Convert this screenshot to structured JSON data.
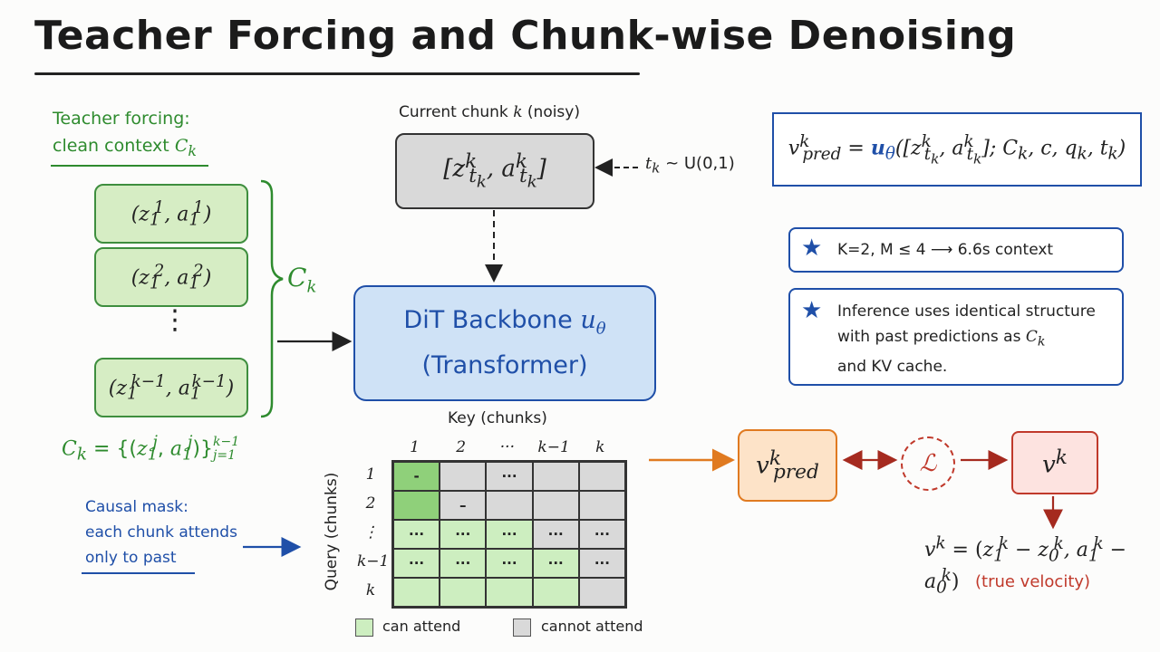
{
  "title": "Teacher Forcing and Chunk-wise Denoising",
  "teacher_forcing": {
    "line1": "Teacher forcing:",
    "line2_text": "clean context",
    "line2_symbol": "C",
    "line2_sub": "k"
  },
  "context_boxes": [
    {
      "z": "z",
      "z_sub": "1",
      "z_sup": "1",
      "a": "a",
      "a_sub": "1",
      "a_sup": "1"
    },
    {
      "z": "z",
      "z_sub": "1",
      "z_sup": "2",
      "a": "a",
      "a_sub": "1",
      "a_sup": "2"
    },
    {
      "z": "z",
      "z_sub": "1",
      "z_sup": "k−1",
      "a": "a",
      "a_sub": "1",
      "a_sup": "k−1"
    }
  ],
  "vdots": "⋮",
  "ck_brace_label": {
    "symbol": "C",
    "sub": "k"
  },
  "ck_formula": {
    "lhs": "C",
    "lhs_sub": "k",
    "eq": "= {(",
    "z": "z",
    "z_sub": "1",
    "z_sup": "j",
    "a": "a",
    "a_sub": "1",
    "a_sup": "j",
    "close": ")}",
    "upper": "k−1",
    "lower": "j=1"
  },
  "noisy": {
    "label_text": "Current chunk",
    "label_symbol": "k",
    "label_suffix": "(noisy)",
    "z": "z",
    "z_sup": "k",
    "z_sub": "t",
    "z_subsub": "k",
    "a": "a",
    "a_sup": "k",
    "a_sub": "t",
    "a_subsub": "k"
  },
  "tk": {
    "t": "t",
    "t_sub": "k",
    "rest": "~ U(0,1)"
  },
  "dit": {
    "line1": "DiT Backbone",
    "symbol": "u",
    "symbol_sub": "θ",
    "line2": "(Transformer)"
  },
  "formula": {
    "v": "v",
    "v_sup": "k",
    "v_sub": "pred",
    "eq": "=",
    "u": "u",
    "u_sub": "θ",
    "open": "([",
    "z": "z",
    "z_sup": "k",
    "z_sub": "t",
    "z_subsub": "k",
    "a": "a",
    "a_sup": "k",
    "a_sub": "t",
    "a_subsub": "k",
    "rest": "]; C",
    "c_sub": "k",
    "rest2": ", c, q",
    "q_sub": "k",
    "rest3": ", t",
    "t_sub": "k",
    "close": ")"
  },
  "note1": {
    "text": "K=2,  M ≤ 4  ⟶  6.6s context",
    "icon": "star-icon"
  },
  "note2": {
    "line1": "Inference uses identical structure",
    "line2_text": "with past predictions as",
    "line2_symbol": "C",
    "line2_sub": "k",
    "line3": "and KV cache.",
    "icon": "star-icon"
  },
  "mask": {
    "key_label": "Key (chunks)",
    "query_label": "Query (chunks)",
    "columns": [
      "1",
      "2",
      "···",
      "k−1",
      "k"
    ],
    "rows": [
      "1",
      "2",
      "⋮",
      "k−1",
      "k"
    ],
    "cells": [
      [
        "-",
        "",
        "···",
        "",
        ""
      ],
      [
        "",
        "–",
        "",
        "",
        ""
      ],
      [
        "···",
        "···",
        "···",
        "···",
        "···"
      ],
      [
        "···",
        "···",
        "···",
        "···",
        "···"
      ],
      [
        "",
        "",
        "",
        "",
        ""
      ]
    ],
    "attend": [
      [
        2,
        0,
        0,
        0,
        0
      ],
      [
        2,
        0,
        0,
        0,
        0
      ],
      [
        1,
        1,
        1,
        0,
        0
      ],
      [
        1,
        1,
        1,
        1,
        0
      ],
      [
        1,
        1,
        1,
        1,
        0
      ]
    ],
    "legend_can": "can attend",
    "legend_cannot": "cannot attend"
  },
  "causal": {
    "line1": "Causal mask:",
    "line2": "each chunk attends",
    "line3": "only to past"
  },
  "vpred": {
    "v": "v",
    "sup": "k",
    "sub": "pred"
  },
  "loss": {
    "symbol": "ℒ"
  },
  "vk": {
    "v": "v",
    "sup": "k"
  },
  "vk_formula": {
    "lhs": "v",
    "lhs_sup": "k",
    "eq": "= (",
    "z1": "z",
    "z1_sub": "1",
    "z1_sup": "k",
    "minus1": "−",
    "z0": "z",
    "z0_sub": "0",
    "z0_sup": "k",
    "comma": ",",
    "a1": "a",
    "a1_sub": "1",
    "a1_sup": "k",
    "minus2": "−",
    "a0": "a",
    "a0_sub": "0",
    "a0_sup": "k",
    "close": ")"
  },
  "true_velocity": "(true velocity)",
  "colors": {
    "green": "#2e8b2e",
    "blue": "#1f4fa8",
    "orange": "#e07a20",
    "red": "#c0392b",
    "attend_strong": "#8fd07a",
    "attend": "#cdeec0",
    "blocked": "#d9d9d9"
  }
}
